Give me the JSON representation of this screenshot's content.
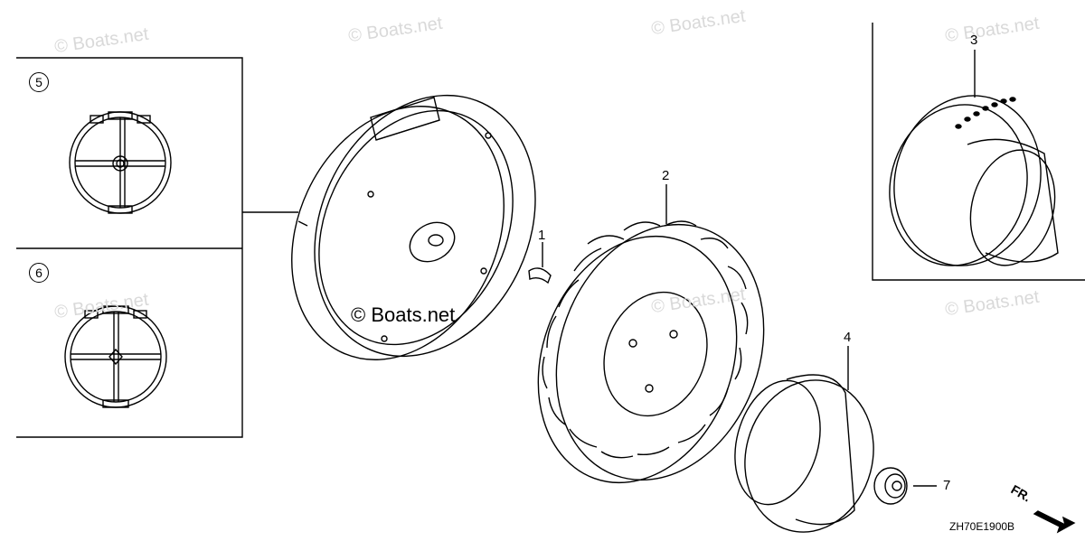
{
  "watermarks": [
    "© Boats.net",
    "© Boats.net",
    "© Boats.net",
    "© Boats.net",
    "© Boats.net",
    "© Boats.net",
    "© Boats.net"
  ],
  "center_watermark": "© Boats.net",
  "callouts": {
    "c1": "1",
    "c2": "2",
    "c3": "3",
    "c4": "4",
    "c7": "7"
  },
  "variants": {
    "v5": "5",
    "v6": "6"
  },
  "diagram_code": "ZH70E1900B",
  "direction_label": "FR."
}
